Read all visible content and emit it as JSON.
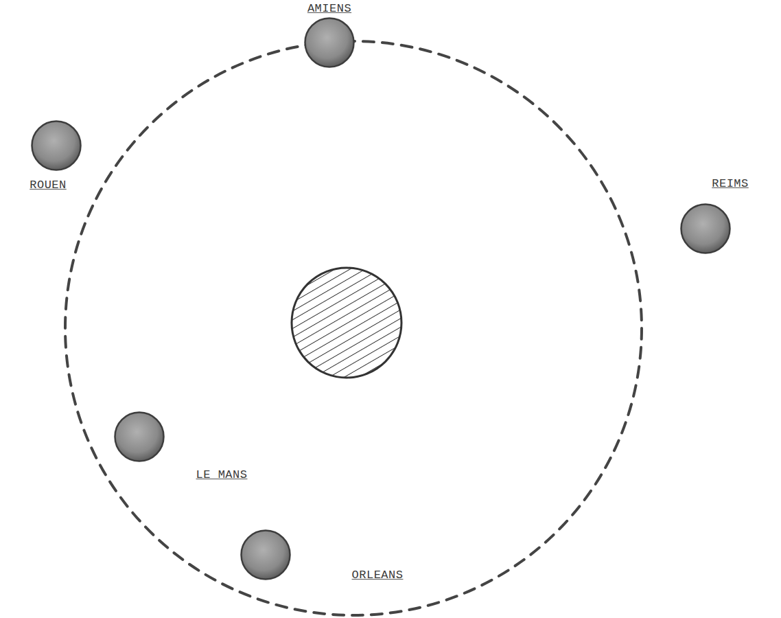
{
  "diagram": {
    "nodes": [
      {
        "text": [
          "AMIENS"
        ]
      },
      {
        "text": [
          "ROUEN"
        ]
      },
      {
        "text": [
          "REIMS"
        ]
      },
      {
        "text": [
          "LE MANS"
        ]
      },
      {
        "text": [
          "ORLEANS"
        ]
      }
    ]
  }
}
